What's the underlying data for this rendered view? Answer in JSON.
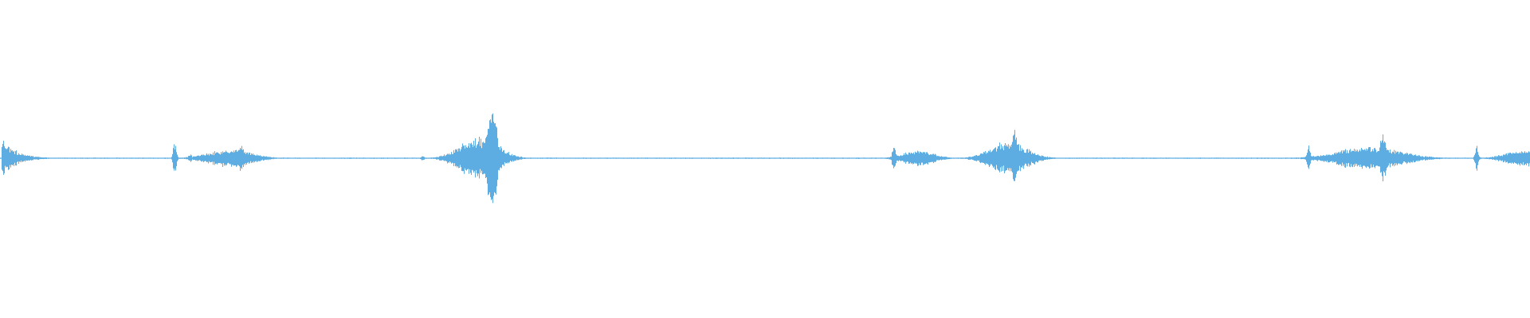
{
  "waveform": {
    "color": "#5dade2",
    "background": "#ffffff",
    "bursts": [
      {
        "at": 0.002,
        "amplitude": 0.34,
        "width": 0.009,
        "shape": "decay"
      },
      {
        "at": 0.114,
        "amplitude": 0.31,
        "width": 0.001,
        "shape": "spike"
      },
      {
        "at": 0.124,
        "amplitude": 0.08,
        "width": 0.001,
        "shape": "spike"
      },
      {
        "at": 0.15,
        "amplitude": 0.16,
        "width": 0.014,
        "shape": "swell"
      },
      {
        "at": 0.157,
        "amplitude": 0.28,
        "width": 0.002,
        "shape": "spike"
      },
      {
        "at": 0.276,
        "amplitude": 0.05,
        "width": 0.001,
        "shape": "spike"
      },
      {
        "at": 0.299,
        "amplitude": 0.05,
        "width": 0.001,
        "shape": "spike"
      },
      {
        "at": 0.313,
        "amplitude": 0.4,
        "width": 0.012,
        "shape": "swell"
      },
      {
        "at": 0.321,
        "amplitude": 1.0,
        "width": 0.003,
        "shape": "spike"
      },
      {
        "at": 0.584,
        "amplitude": 0.24,
        "width": 0.001,
        "shape": "spike"
      },
      {
        "at": 0.6,
        "amplitude": 0.14,
        "width": 0.01,
        "shape": "swell"
      },
      {
        "at": 0.633,
        "amplitude": 0.03,
        "width": 0.001,
        "shape": "spike"
      },
      {
        "at": 0.659,
        "amplitude": 0.3,
        "width": 0.012,
        "shape": "swell"
      },
      {
        "at": 0.663,
        "amplitude": 0.52,
        "width": 0.002,
        "shape": "spike"
      },
      {
        "at": 0.855,
        "amplitude": 0.22,
        "width": 0.001,
        "shape": "spike"
      },
      {
        "at": 0.895,
        "amplitude": 0.22,
        "width": 0.02,
        "shape": "swell"
      },
      {
        "at": 0.904,
        "amplitude": 0.48,
        "width": 0.002,
        "shape": "spike"
      },
      {
        "at": 0.965,
        "amplitude": 0.22,
        "width": 0.001,
        "shape": "spike"
      },
      {
        "at": 0.997,
        "amplitude": 0.16,
        "width": 0.012,
        "shape": "swell"
      }
    ]
  }
}
